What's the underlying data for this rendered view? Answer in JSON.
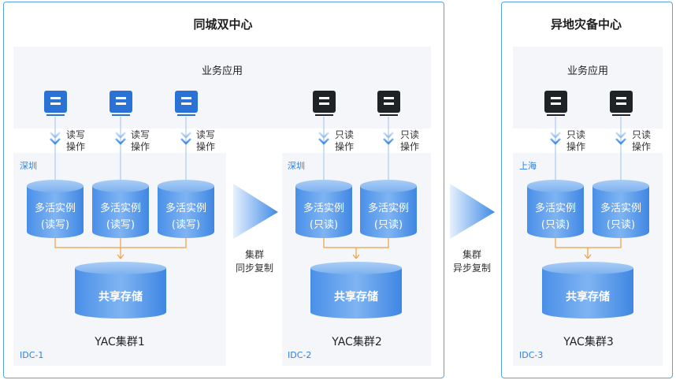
{
  "colors": {
    "accent": "#2f7fe0",
    "frame_border": "#5aa0e6",
    "panel_bg": "#f4f6f9",
    "rw_server": "#2a72d6",
    "ro_server": "#1f2326",
    "connector": "#f0a040"
  },
  "left_section": {
    "title": "同城双中心",
    "app_label": "业务应用",
    "server_icon": "server-icon",
    "idc1": {
      "region": "深圳",
      "idc": "IDC-1",
      "op_label": "读写操作",
      "instances": [
        "多活实例",
        "多活实例",
        "多活实例"
      ],
      "instance_mode": "(读写)",
      "shared_storage": "共享存储",
      "cluster": "YAC集群1"
    },
    "idc2": {
      "region": "深圳",
      "idc": "IDC-2",
      "op_label": "只读操作",
      "instances": [
        "多活实例",
        "多活实例"
      ],
      "instance_mode": "(只读)",
      "shared_storage": "共享存储",
      "cluster": "YAC集群2"
    }
  },
  "right_section": {
    "title": "异地灾备中心",
    "app_label": "业务应用",
    "idc3": {
      "region": "上海",
      "idc": "IDC-3",
      "op_label": "只读操作",
      "instances": [
        "多活实例",
        "多活实例"
      ],
      "instance_mode": "(只读)",
      "shared_storage": "共享存储",
      "cluster": "YAC集群3"
    }
  },
  "sync": {
    "arrow1_line1": "集群",
    "arrow1_line2": "同步复制",
    "arrow2_line1": "集群",
    "arrow2_line2": "异步复制"
  }
}
